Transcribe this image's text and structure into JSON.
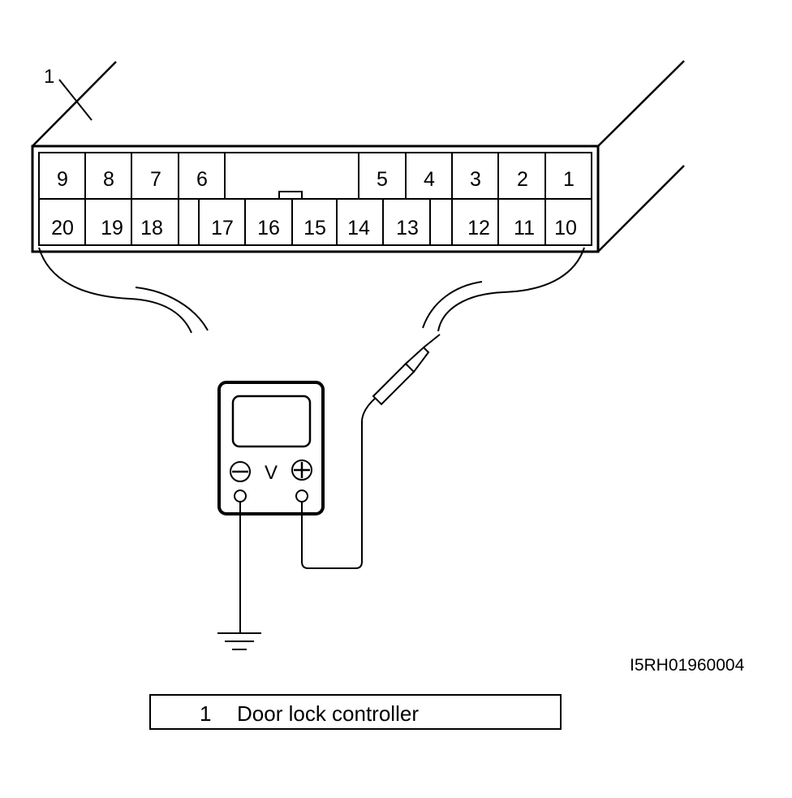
{
  "callout": {
    "number": "1"
  },
  "connector": {
    "top_row": [
      "9",
      "8",
      "7",
      "6",
      "5",
      "4",
      "3",
      "2",
      "1"
    ],
    "bottom_row": [
      "20",
      "19",
      "18",
      "17",
      "16",
      "15",
      "14",
      "13",
      "12",
      "11",
      "10"
    ]
  },
  "meter": {
    "unit": "V"
  },
  "figure_id": "I5RH01960004",
  "legend": {
    "number": "1",
    "text": "Door lock controller"
  }
}
